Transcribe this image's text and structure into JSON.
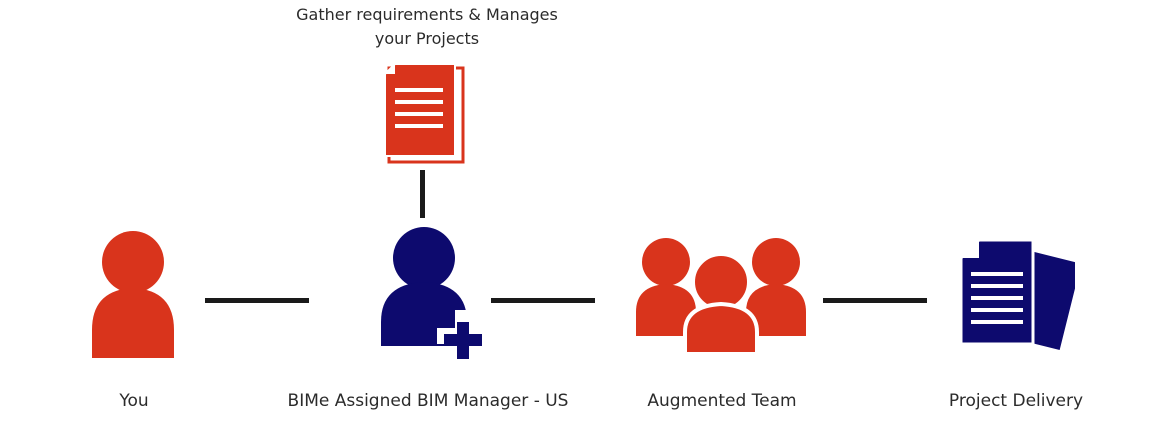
{
  "caption": {
    "line1": "Gather requirements & Manages",
    "line2": "your Projects"
  },
  "nodes": [
    {
      "label": "You",
      "icon": "person-icon"
    },
    {
      "label": "BIMe Assigned BIM Manager - US",
      "icon": "person-plus-icon"
    },
    {
      "label": "Augmented Team",
      "icon": "team-icon"
    },
    {
      "label": "Project Delivery",
      "icon": "documents-icon"
    }
  ],
  "requirements_icon": "document-icon",
  "colors": {
    "accent_red": "#D9341C",
    "accent_navy": "#0D0A6E",
    "connector": "#1A1A1A"
  }
}
